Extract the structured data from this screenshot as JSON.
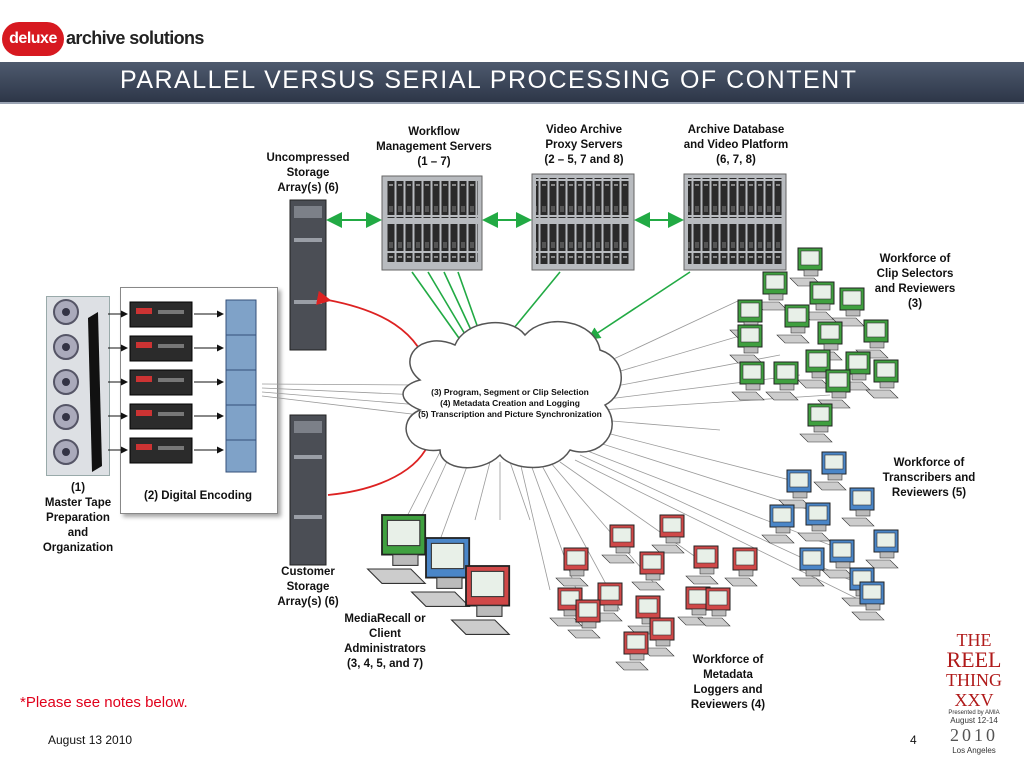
{
  "header": {
    "logo_badge": "deluxe",
    "logo_text": "archive solutions",
    "title": "PARALLEL VERSUS SERIAL PROCESSING OF CONTENT"
  },
  "labels": {
    "workflow": [
      "Workflow",
      "Management Servers",
      "(1 – 7)"
    ],
    "proxy": [
      "Video Archive",
      "Proxy Servers",
      "(2 – 5, 7 and 8)"
    ],
    "database": [
      "Archive Database",
      "and Video Platform",
      "(6, 7, 8)"
    ],
    "uncompressed": [
      "Uncompressed",
      "Storage",
      "Array(s) (6)"
    ],
    "clip_selectors": [
      "Workforce of",
      "Clip Selectors",
      "and Reviewers",
      "(3)"
    ],
    "transcribers": [
      "Workforce of",
      "Transcribers and",
      "Reviewers (5)"
    ],
    "loggers": [
      "Workforce of",
      "Metadata",
      "Loggers and",
      "Reviewers (4)"
    ],
    "master_tape": [
      "(1)",
      "Master Tape",
      "Preparation",
      "and",
      "Organization"
    ],
    "digital_encoding": "(2) Digital Encoding",
    "customer_storage": [
      "Customer",
      "Storage",
      "Array(s) (6)"
    ],
    "mediarecall": [
      "MediaRecall or",
      "Client",
      "Administrators",
      "(3, 4, 5, and 7)"
    ]
  },
  "cloud": {
    "lines": [
      "(3) Program, Segment or Clip Selection",
      "(4) Metadata Creation and Logging",
      "(5) Transcription and Picture Synchronization"
    ]
  },
  "footer": {
    "note": "*Please see notes below.",
    "date": "August 13 2010",
    "page": "4"
  },
  "event_logo": {
    "lines": [
      "THE",
      "REEL",
      "THING",
      "XXV"
    ],
    "presented": "Presented by AMIA",
    "dates": "August 12-14",
    "year": "2010",
    "city": "Los Angeles"
  },
  "colors": {
    "green_arrow": "#22aa44",
    "red_arrow": "#dd2222",
    "title_bar": "#3a4458",
    "monitor_green": "#3fa03f",
    "monitor_blue": "#4a86c8",
    "monitor_red": "#d04848"
  }
}
